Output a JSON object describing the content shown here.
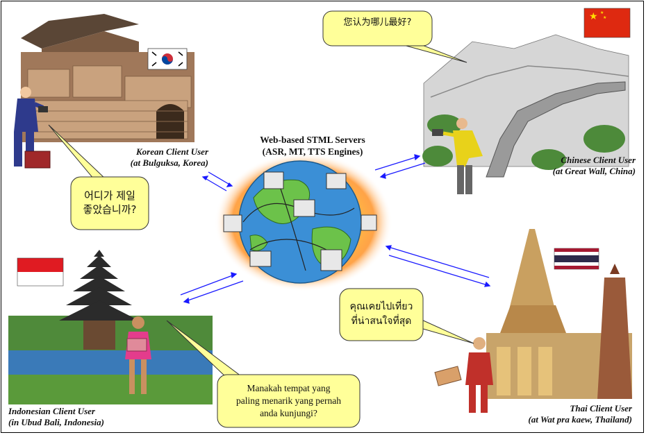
{
  "center": {
    "title_line1": "Web-based STML Servers",
    "title_line2": "(ASR, MT, TTS Engines)"
  },
  "users": {
    "korean": {
      "name": "Korean Client User",
      "location": "(at Bulguksa, Korea)",
      "flag": "korea-flag",
      "bubble": [
        "어디가 제일",
        "좋았습니까?"
      ]
    },
    "chinese": {
      "name": "Chinese Client User",
      "location": "(at Great Wall, China)",
      "flag": "china-flag",
      "bubble": [
        "您认为哪儿最好?"
      ]
    },
    "indonesian": {
      "name": "Indonesian Client User",
      "location": "(in Ubud Bali, Indonesia)",
      "flag": "indonesia-flag",
      "bubble": [
        "Manakah tempat yang",
        "paling menarik yang pernah",
        "anda kunjungi?"
      ]
    },
    "thai": {
      "name": "Thai Client User",
      "location": "(at Wat pra kaew, Thailand)",
      "flag": "thailand-flag",
      "bubble": [
        "คุณเคยไปเที่ยว",
        "ที่น่าสนใจที่สุด"
      ]
    }
  },
  "colors": {
    "bubble_fill": "#ffff99",
    "arrow": "#1a1aff",
    "globe_ocean": "#3b8fd6",
    "globe_land": "#6cc24a",
    "glow": "#ff9a1a"
  }
}
